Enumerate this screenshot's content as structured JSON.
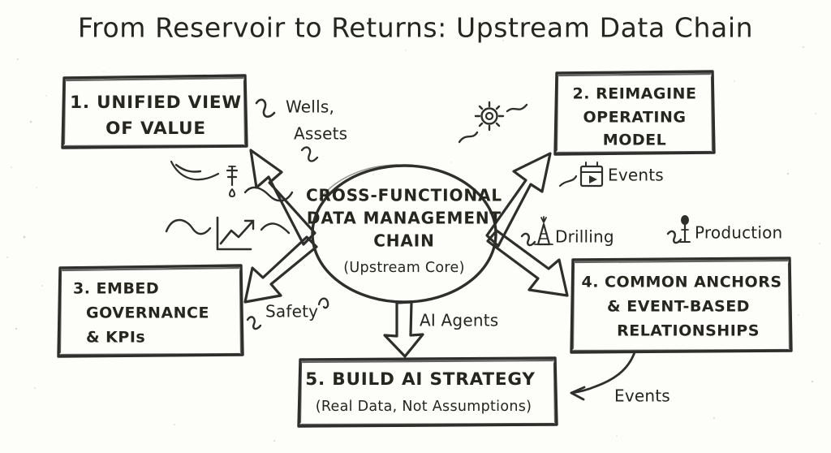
{
  "page": {
    "title": "From Reservoir to Returns: Upstream Data Chain",
    "background_color": "#fdfdfa",
    "ink_color": "#2e2e2c",
    "style": "hand-drawn whiteboard sketch"
  },
  "hub": {
    "name": "central-hub",
    "line1": "CROSS-FUNCTIONAL",
    "line2": "DATA MANAGEMENT",
    "line3": "CHAIN",
    "subtitle": "(Upstream Core)"
  },
  "boxes": [
    {
      "id": "box-1",
      "name": "box-unified-view-of-value",
      "number": "1.",
      "lines": [
        "1. UNIFIED VIEW",
        "OF VALUE"
      ],
      "position": "top-left"
    },
    {
      "id": "box-2",
      "name": "box-reimagine-operating-model",
      "number": "2.",
      "lines": [
        "2. REIMAGINE",
        "OPERATING",
        "MODEL"
      ],
      "position": "top-right"
    },
    {
      "id": "box-3",
      "name": "box-embed-governance-kpis",
      "number": "3.",
      "lines": [
        "3. EMBED",
        "GOVERNANCE",
        "& KPIs"
      ],
      "position": "bottom-left"
    },
    {
      "id": "box-4",
      "name": "box-common-anchors-event-based-relationships",
      "number": "4.",
      "lines": [
        "4. COMMON ANCHORS",
        "& EVENT-BASED",
        "RELATIONSHIPS"
      ],
      "position": "bottom-right"
    },
    {
      "id": "box-5",
      "name": "box-build-ai-strategy",
      "number": "5.",
      "lines": [
        "5. BUILD AI STRATEGY",
        "(Real Data, Not Assumptions)"
      ],
      "position": "bottom-center"
    }
  ],
  "edge_labels": [
    {
      "id": "lbl-wells-assets",
      "name": "edge-label-wells-assets",
      "line1": "Wells,",
      "line2": "Assets",
      "icon": "squiggle-icon"
    },
    {
      "id": "lbl-events-top",
      "name": "edge-label-events-top",
      "text": "Events",
      "icon": "calendar-play-icon"
    },
    {
      "id": "lbl-drilling",
      "name": "edge-label-drilling",
      "text": "Drilling",
      "icon": "derrick-icon"
    },
    {
      "id": "lbl-production",
      "name": "edge-label-production",
      "text": "Production",
      "icon": "pumpjack-icon"
    },
    {
      "id": "lbl-safety",
      "name": "edge-label-safety",
      "text": "Safety",
      "icon": "squiggle-icon"
    },
    {
      "id": "lbl-ai-agents",
      "name": "edge-label-ai-agents",
      "text": "AI Agents",
      "icon": "none"
    },
    {
      "id": "lbl-events-bottom",
      "name": "edge-label-events-bottom",
      "text": "Events",
      "icon": "curved-arrow-icon"
    }
  ],
  "decorative_icons": [
    {
      "id": "ico-oil-drop",
      "name": "oil-drop-icon",
      "near": "box-1"
    },
    {
      "id": "ico-gear",
      "name": "gear-icon",
      "near": "box-2"
    },
    {
      "id": "ico-growth-chart",
      "name": "growth-chart-icon",
      "near": "box-3"
    },
    {
      "id": "ico-derrick",
      "name": "derrick-icon",
      "near": "box-4"
    },
    {
      "id": "ico-pumpjack",
      "name": "pumpjack-icon",
      "near": "box-4"
    },
    {
      "id": "ico-calendar",
      "name": "calendar-play-icon",
      "near": "box-2"
    }
  ],
  "arrows": [
    {
      "id": "arrow-hub-to-box1",
      "name": "arrow-hub-to-unified-view",
      "from": "central-hub",
      "to": "box-1",
      "style": "hollow-block"
    },
    {
      "id": "arrow-hub-to-box2",
      "name": "arrow-hub-to-reimagine",
      "from": "central-hub",
      "to": "box-2",
      "style": "hollow-block"
    },
    {
      "id": "arrow-hub-to-box3",
      "name": "arrow-hub-to-governance",
      "from": "central-hub",
      "to": "box-3",
      "style": "hollow-block"
    },
    {
      "id": "arrow-hub-to-box4",
      "name": "arrow-hub-to-common-anchors",
      "from": "central-hub",
      "to": "box-4",
      "style": "hollow-block"
    },
    {
      "id": "arrow-hub-to-box5",
      "name": "arrow-hub-to-ai-strategy",
      "from": "central-hub",
      "to": "box-5",
      "style": "hollow-block"
    },
    {
      "id": "arrow-box4-to-box5",
      "name": "arrow-events-to-ai-strategy",
      "from": "box-4",
      "to": "box-5",
      "style": "curved-thin"
    }
  ]
}
